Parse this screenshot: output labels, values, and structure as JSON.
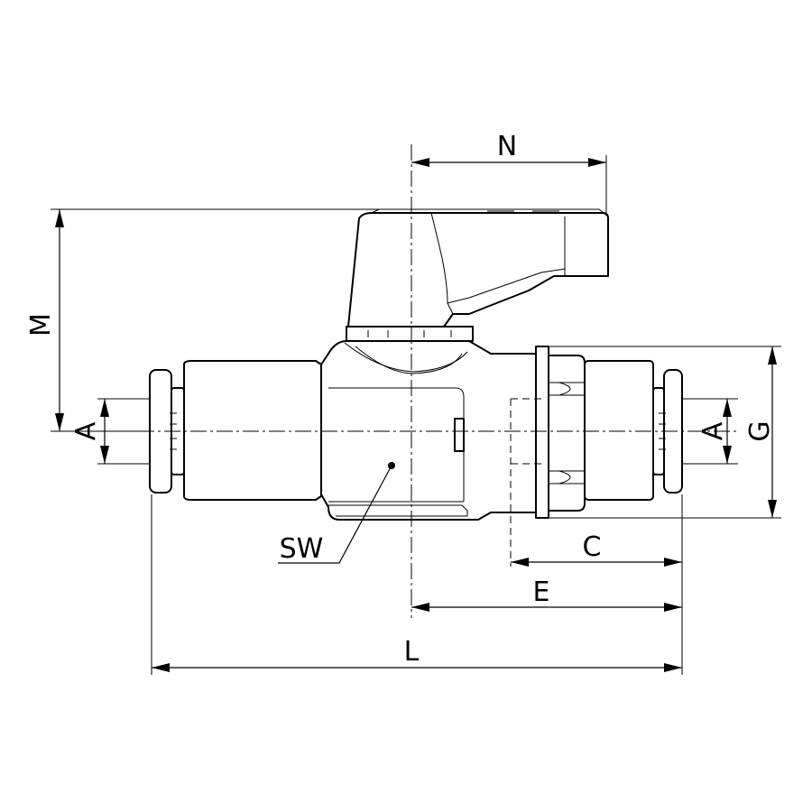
{
  "drawing": {
    "title": "",
    "dimension_labels": {
      "N": "N",
      "M": "M",
      "A_left": "A",
      "A_right": "A",
      "G": "G",
      "C": "C",
      "E": "E",
      "L": "L",
      "SW": "SW"
    },
    "colors": {
      "line": "#000000",
      "background": "#ffffff"
    }
  }
}
